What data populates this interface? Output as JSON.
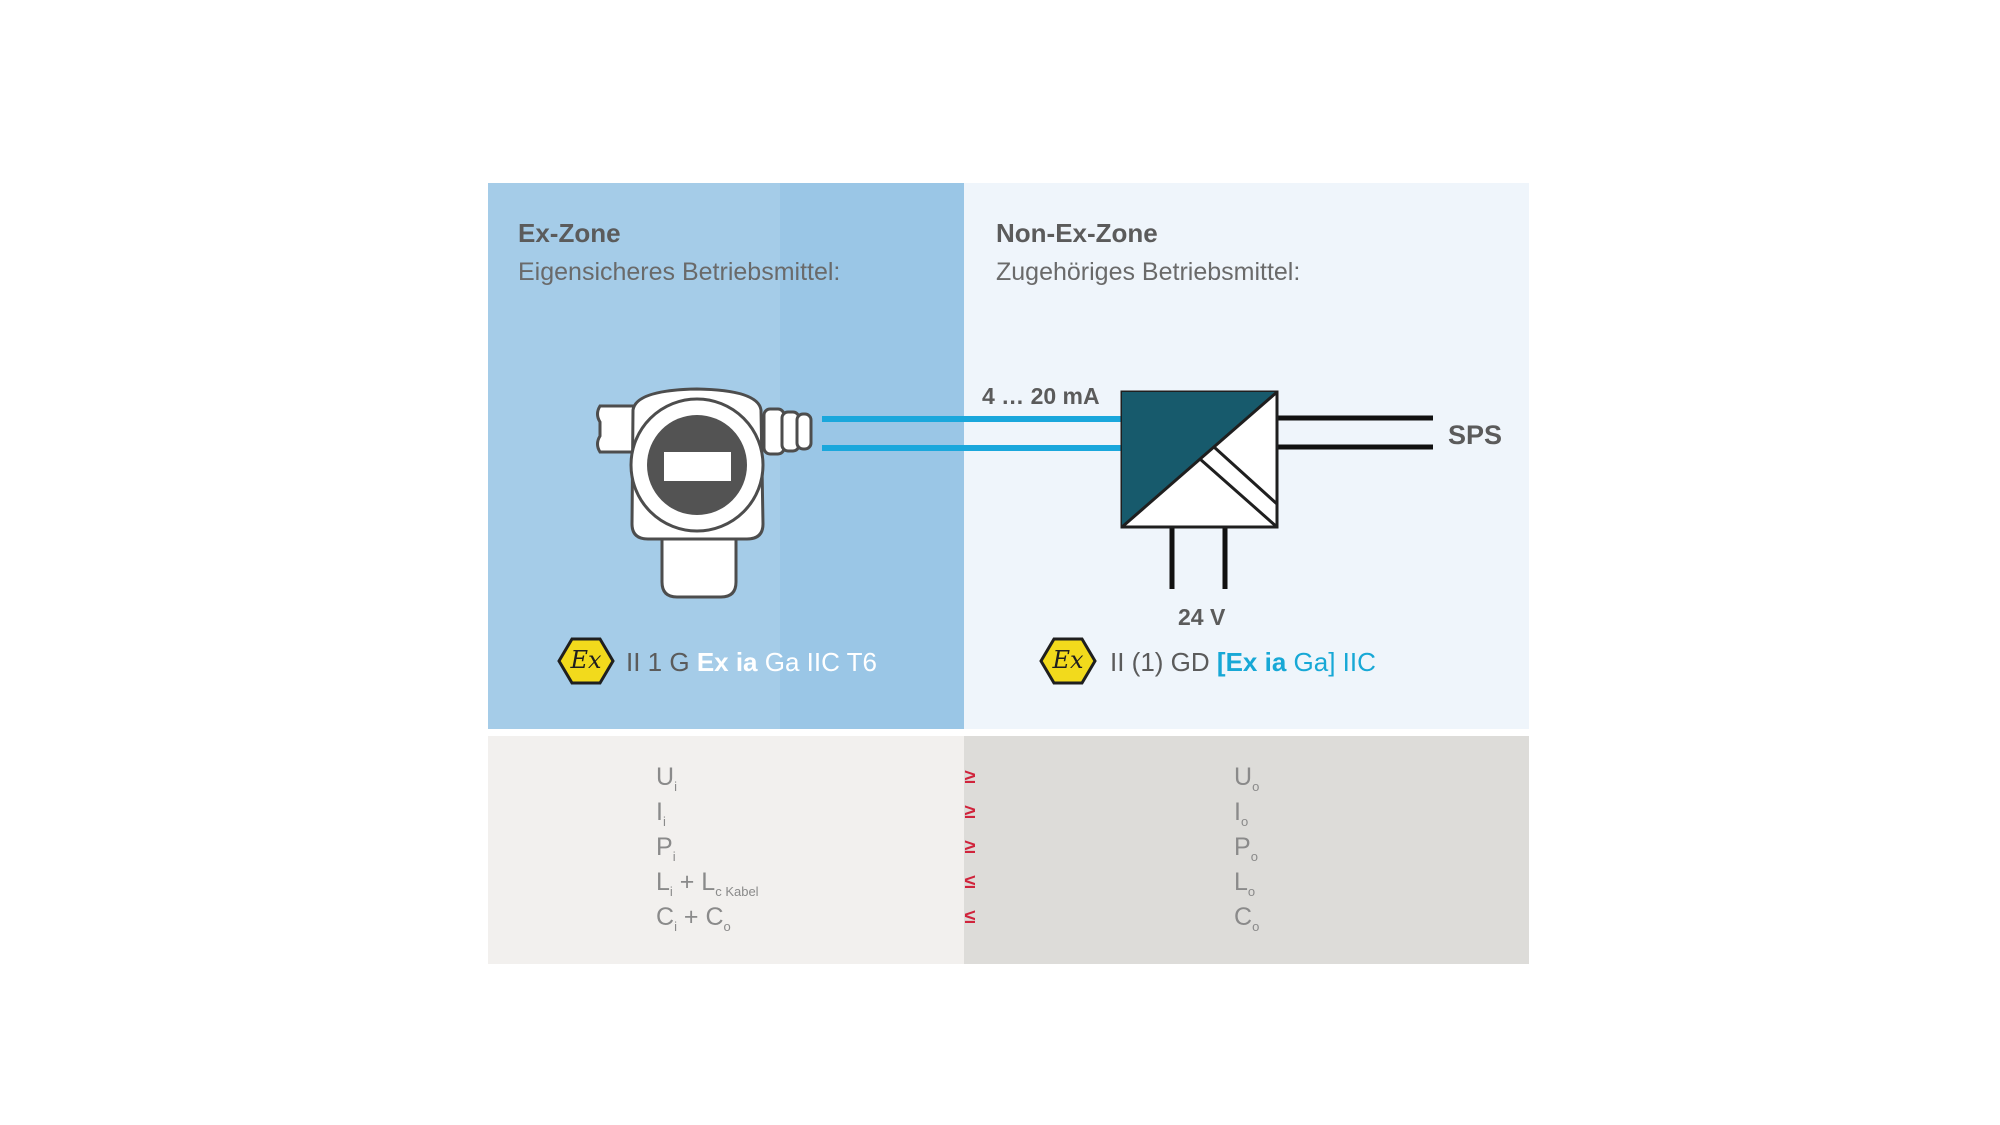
{
  "zones": {
    "ex": {
      "title": "Ex-Zone",
      "subtitle": "Eigensicheres Betriebsmittel:"
    },
    "nonex": {
      "title": "Non-Ex-Zone",
      "subtitle": "Zugehöriges Betriebsmittel:"
    }
  },
  "signal_label": "4 … 20 mA",
  "supply_label": "24 V",
  "output_label": "SPS",
  "marking_ex": {
    "part1": "II 1 G ",
    "part2": "Ex ia",
    "part3": " Ga IIC T6"
  },
  "marking_nonex": {
    "part1": "II (1) GD ",
    "part2": "[Ex ia",
    "part3": " Ga] IIC"
  },
  "badge_text": "Ex",
  "comparison": [
    {
      "left_main": "U",
      "left_sub": "i",
      "left_extra": "",
      "left_extra_sub": "",
      "op": "≥",
      "right_main": "U",
      "right_sub": "o"
    },
    {
      "left_main": "I",
      "left_sub": "i",
      "left_extra": "",
      "left_extra_sub": "",
      "op": "≥",
      "right_main": "I",
      "right_sub": "o"
    },
    {
      "left_main": "P",
      "left_sub": "i",
      "left_extra": "",
      "left_extra_sub": "",
      "op": "≥",
      "right_main": "P",
      "right_sub": "o"
    },
    {
      "left_main": "L",
      "left_sub": "i",
      "left_extra": " + L",
      "left_extra_sub": "c Kabel",
      "op": "≤",
      "right_main": "L",
      "right_sub": "o"
    },
    {
      "left_main": "C",
      "left_sub": "i",
      "left_extra": " + C",
      "left_extra_sub": "o",
      "op": "≤",
      "right_main": "C",
      "right_sub": "o"
    }
  ],
  "colors": {
    "ex_zone": "#a5cce8",
    "nonex_zone": "#eff5fb",
    "signal_line": "#1aa7dc",
    "barrier_fill": "#175a6c",
    "badge_yellow": "#f2da1c",
    "operator_red": "#d0243c"
  }
}
